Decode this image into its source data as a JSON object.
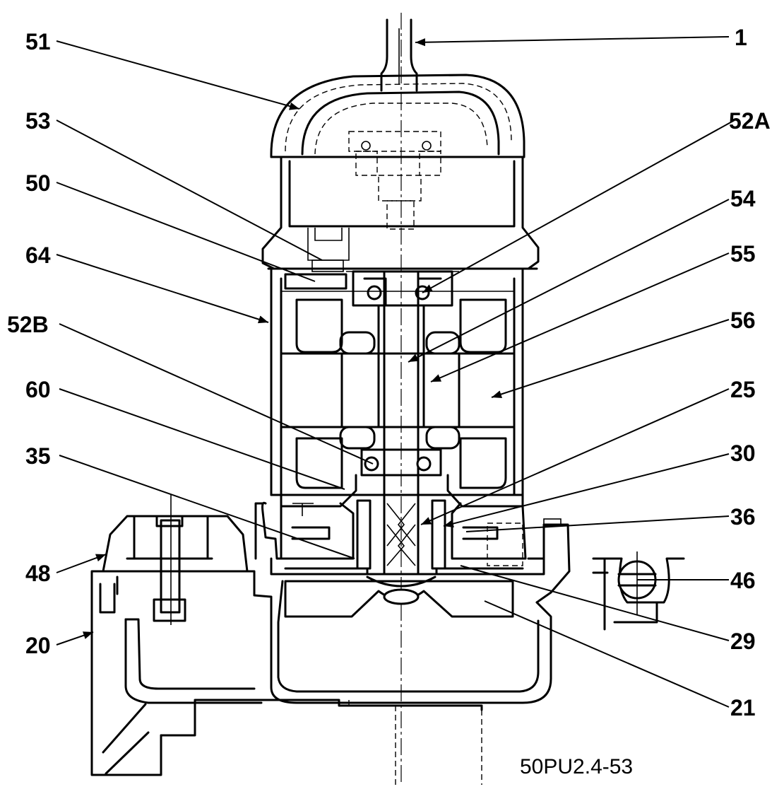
{
  "caption": "50PU2.4-53",
  "callouts": [
    {
      "label": "1"
    },
    {
      "label": "51"
    },
    {
      "label": "53"
    },
    {
      "label": "52A"
    },
    {
      "label": "50"
    },
    {
      "label": "54"
    },
    {
      "label": "64"
    },
    {
      "label": "55"
    },
    {
      "label": "52B"
    },
    {
      "label": "56"
    },
    {
      "label": "60"
    },
    {
      "label": "25"
    },
    {
      "label": "35"
    },
    {
      "label": "30"
    },
    {
      "label": "36"
    },
    {
      "label": "48"
    },
    {
      "label": "46"
    },
    {
      "label": "20"
    },
    {
      "label": "29"
    },
    {
      "label": "21"
    }
  ]
}
